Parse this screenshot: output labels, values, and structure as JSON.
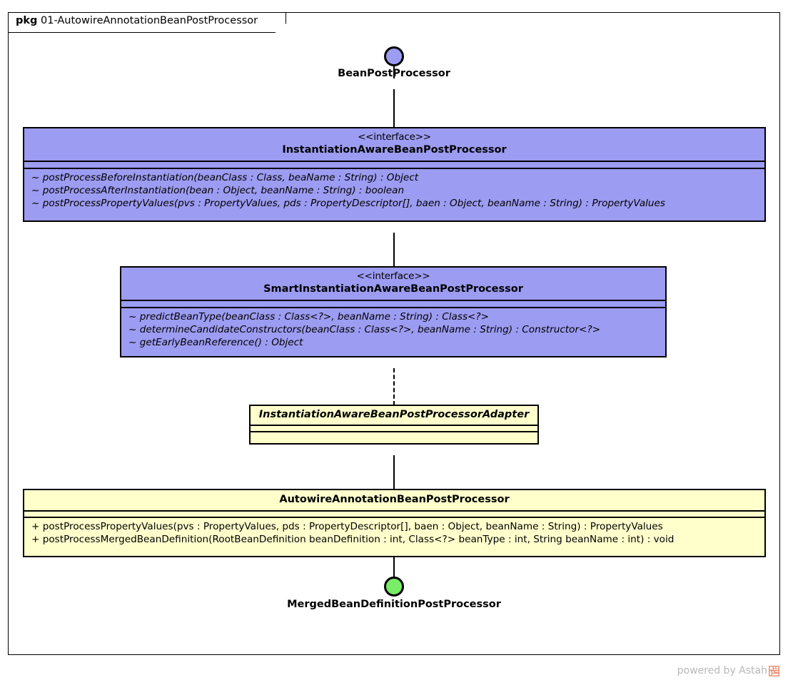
{
  "package": {
    "keyword": "pkg",
    "name": "01-AutowireAnnotationBeanPostProcessor"
  },
  "colors": {
    "interface_fill": "#9c9cf2",
    "class_fill": "#ffffcc",
    "border": "#000000",
    "lollipop_top_fill": "#9c9cf2",
    "lollipop_bottom_fill": "#77ee66",
    "watermark_text": "#b8b8b8",
    "watermark_logo": "#eb9476"
  },
  "top_interface": {
    "name": "BeanPostProcessor",
    "icon": "lollipop-interface-icon"
  },
  "bottom_interface": {
    "name": "MergedBeanDefinitionPostProcessor",
    "icon": "lollipop-interface-icon"
  },
  "classes": [
    {
      "stereotype": "<<interface>>",
      "name": "InstantiationAwareBeanPostProcessor",
      "abstract": true,
      "kind": "interface",
      "attributes": [],
      "operations": [
        "~ postProcessBeforeInstantiation(beanClass : Class, beaName : String) : Object",
        "~ postProcessAfterInstantiation(bean : Object, beanName : String) : boolean",
        "~ postProcessPropertyValues(pvs : PropertyValues, pds : PropertyDescriptor[], baen : Object, beanName : String) : PropertyValues"
      ]
    },
    {
      "stereotype": "<<interface>>",
      "name": "SmartInstantiationAwareBeanPostProcessor",
      "abstract": true,
      "kind": "interface",
      "attributes": [],
      "operations": [
        "~ predictBeanType(beanClass : Class<?>, beanName : String) : Class<?>",
        "~ determineCandidateConstructors(beanClass : Class<?>, beanName : String) : Constructor<?>",
        "~ getEarlyBeanReference() : Object"
      ]
    },
    {
      "stereotype": "",
      "name": "InstantiationAwareBeanPostProcessorAdapter",
      "abstract": true,
      "kind": "class",
      "attributes": [],
      "operations": []
    },
    {
      "stereotype": "",
      "name": "AutowireAnnotationBeanPostProcessor",
      "abstract": false,
      "kind": "class",
      "attributes": [],
      "operations": [
        "+ postProcessPropertyValues(pvs : PropertyValues, pds : PropertyDescriptor[], baen : Object, beanName : String) : PropertyValues",
        "+ postProcessMergedBeanDefinition(RootBeanDefinition beanDefinition : int, Class<?> beanType : int, String beanName : int) : void"
      ]
    }
  ],
  "relations": [
    {
      "type": "generalization",
      "style": "solid",
      "from": "InstantiationAwareBeanPostProcessor",
      "to": "BeanPostProcessor"
    },
    {
      "type": "generalization",
      "style": "solid",
      "from": "SmartInstantiationAwareBeanPostProcessor",
      "to": "InstantiationAwareBeanPostProcessor"
    },
    {
      "type": "realization",
      "style": "dashed",
      "from": "InstantiationAwareBeanPostProcessorAdapter",
      "to": "SmartInstantiationAwareBeanPostProcessor"
    },
    {
      "type": "generalization",
      "style": "solid",
      "from": "AutowireAnnotationBeanPostProcessor",
      "to": "InstantiationAwareBeanPostProcessorAdapter"
    },
    {
      "type": "provided-interface",
      "style": "solid",
      "from": "AutowireAnnotationBeanPostProcessor",
      "to": "MergedBeanDefinitionPostProcessor"
    }
  ],
  "watermark": {
    "text": "powered by Astah"
  }
}
